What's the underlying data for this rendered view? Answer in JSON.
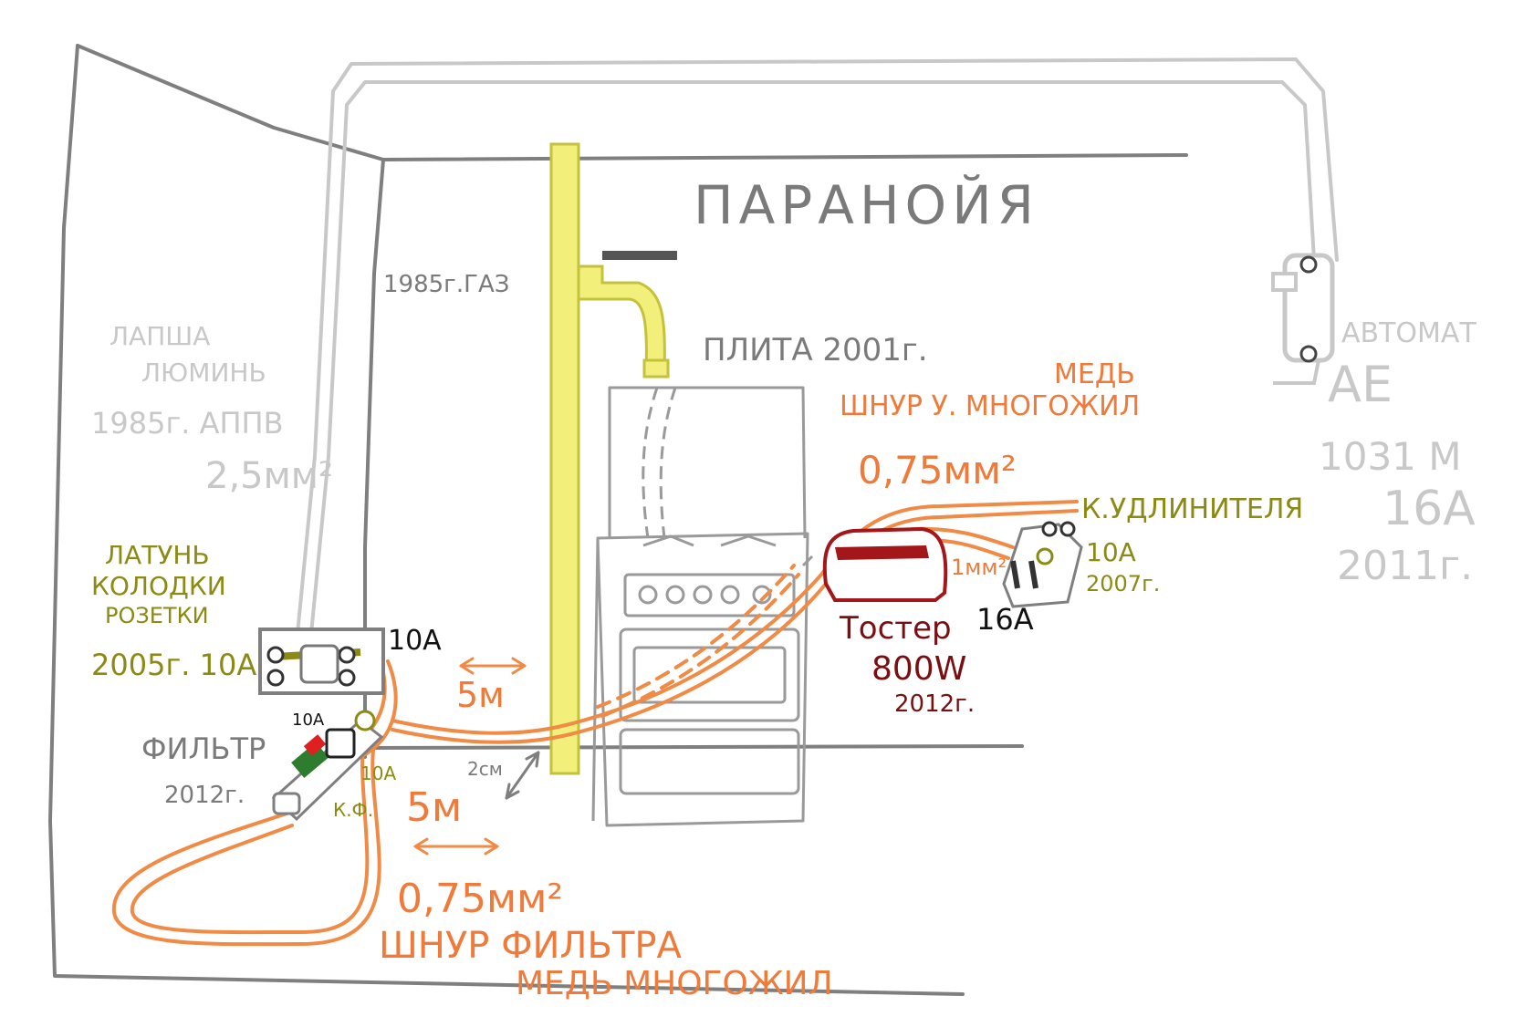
{
  "title": "ПАРАНОЙЯ",
  "colors": {
    "wall_lines": "#7f7f7f",
    "old_wiring": "#c8c8c8",
    "gas_pipe": "#f2f07a",
    "cord": "#f08a45",
    "olive_labels": "#8a8a14",
    "toaster": "#7a0f12"
  },
  "labels": {
    "gas": "1985г.ГАЗ",
    "stove": "ПЛИТА 2001г.",
    "aluminum": {
      "line1": "ЛАПША",
      "line2": "ЛЮМИНЬ",
      "line3": "1985г. АППВ",
      "line4": "2,5мм²"
    },
    "breaker": {
      "line1": "АВТОМАТ",
      "line2": "АЕ",
      "line3": "1031 М",
      "line4": "16А",
      "line5": "2011г."
    },
    "brass": {
      "line1": "ЛАТУНЬ",
      "line2": "КОЛОДКИ",
      "line3": "РОЗЕТКИ",
      "line4": "2005г. 10А"
    },
    "outlet_rating": "10А",
    "filter": {
      "line1": "ФИЛЬТР",
      "line2": "2012г."
    },
    "filter_plug_rating": "10А",
    "kf": {
      "rating": "10А",
      "name": "К.Ф."
    },
    "len_top": "5м",
    "len_bottom": "5м",
    "gap": "2см",
    "filter_cord": {
      "section": "0,75мм²",
      "line1": "ШНУР ФИЛЬТРА",
      "line2": "МЕДЬ МНОГОЖИЛ"
    },
    "ext_cord": {
      "line1": "МЕДЬ",
      "line2": "ШНУР У. МНОГОЖИЛ",
      "section": "0,75мм²"
    },
    "extension": {
      "name": "К.УДЛИНИТЕЛЯ",
      "rating": "10А",
      "year": "2007г."
    },
    "toaster": {
      "cord": "1мм²",
      "name": "Тостер",
      "power": "800W",
      "year": "2012г."
    },
    "toaster_plug": "16А"
  }
}
